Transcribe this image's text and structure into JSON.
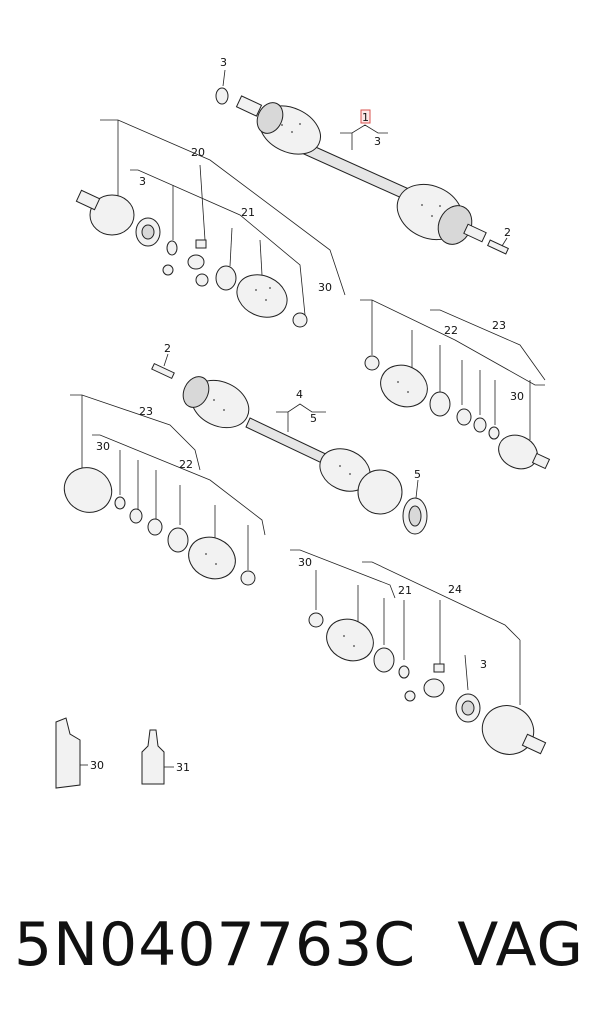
{
  "caption": {
    "part_number": "5N0407763C",
    "brand": "VAG"
  },
  "callouts": {
    "c1": "1",
    "c3_top": "3",
    "c3_bracket": "3",
    "c2_top": "2",
    "c20": "20",
    "c3_left": "3",
    "c21_top": "21",
    "c30_top": "30",
    "c22_right": "22",
    "c23_right": "23",
    "c30_right": "30",
    "c2_mid": "2",
    "c4": "4",
    "c5_bracket": "5",
    "c5_end": "5",
    "c23_left": "23",
    "c30_left": "30",
    "c22_left": "22",
    "c30_bottom": "30",
    "c21_bottom": "21",
    "c24": "24",
    "c3_bottom": "3",
    "c30_tube": "30",
    "c31_bottle": "31"
  },
  "colors": {
    "highlight": "#d9534f"
  }
}
